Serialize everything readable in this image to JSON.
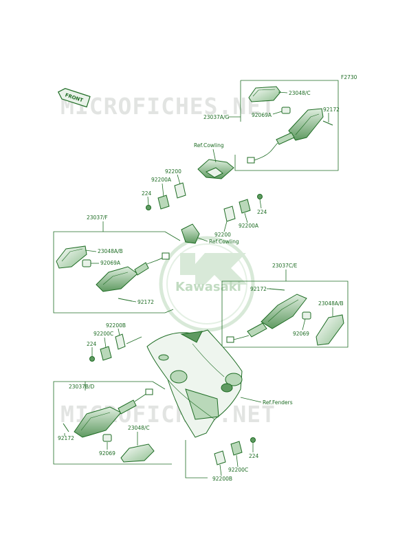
{
  "diagram_code": "F2730",
  "front_label": "FRONT",
  "watermark": "MICROFICHES.NET",
  "logo_text": "Kawasaki",
  "colors": {
    "ink": "#1c6b22",
    "fill_light": "#e9f2e9",
    "fill_mid": "#b9d8b9",
    "fill_dark": "#5f9a61",
    "watermark": "#d9dcd9"
  },
  "labels": {
    "p23048C_top": "23048/C",
    "p92069A_top": "92069A",
    "p92172_top": "92172",
    "p23037AG": "23037A/G",
    "refCowling_top": "Ref.Cowling",
    "p92200_l1": "92200",
    "p92200A_l1": "92200A",
    "p224_l1": "224",
    "p224_r1": "224",
    "p92200_r1": "92200",
    "p92200A_r1": "92200A",
    "p23037F": "23037/F",
    "refCowling_mid": "Ref.Cowling",
    "p23048AB_left": "23048A/B",
    "p92069A_left": "92069A",
    "p92172_left": "92172",
    "p23037CE": "23037C/E",
    "p92172_right": "92172",
    "p23048AB_right": "23048A/B",
    "p92069_right": "92069",
    "p92200B_l": "92200B",
    "p92200C_l": "92200C",
    "p224_l2": "224",
    "p23037BD": "23037B/D",
    "refFenders": "Ref.Fenders",
    "p92172_bl": "92172",
    "p23048C_bl": "23048/C",
    "p92069_bl": "92069",
    "p224_br": "224",
    "p92200C_br": "92200C",
    "p92200B_br": "92200B"
  }
}
